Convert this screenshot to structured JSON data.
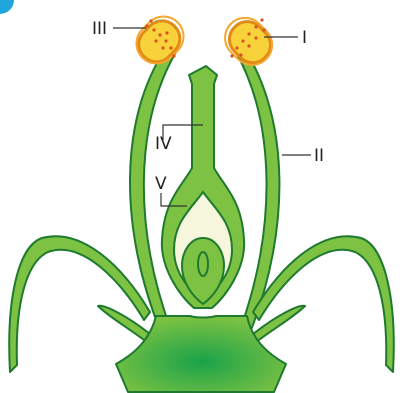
{
  "labels": {
    "anther_left": "III",
    "anther_right": "I",
    "filament": "II",
    "style": "IV",
    "ovary": "V"
  },
  "colors": {
    "plant_green": "#7dc242",
    "outline_green": "#1f7a30",
    "receptacle_center": "#1aa24a",
    "anther_yellow": "#f7d23a",
    "anther_outline": "#e28a16",
    "pollen_dots": "#d9531e",
    "ovary_inner": "#f6f6dc",
    "corner_accent": "#20a6dc"
  }
}
